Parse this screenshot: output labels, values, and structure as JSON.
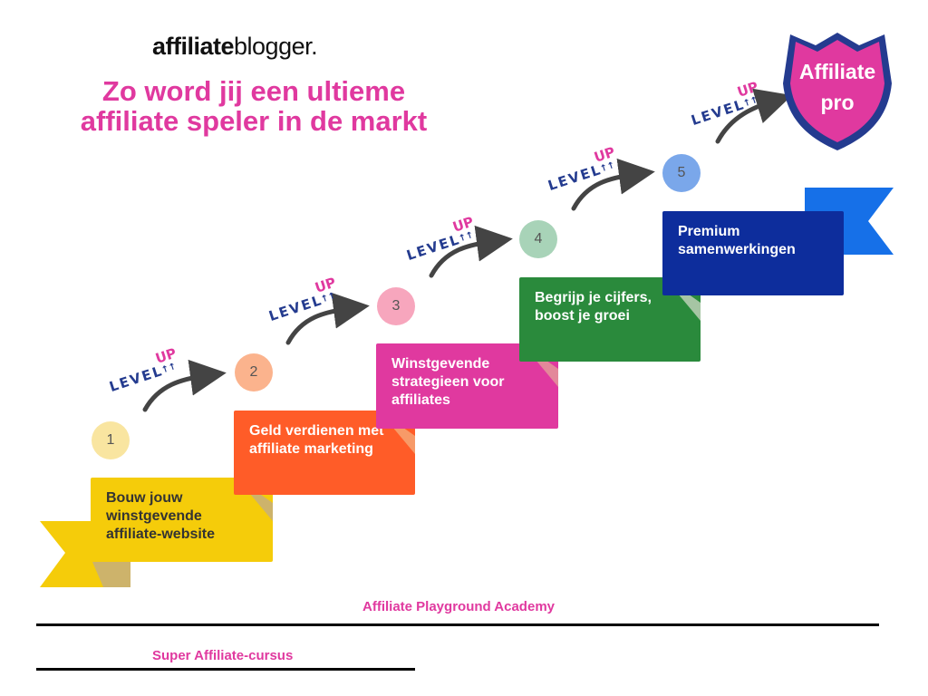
{
  "logo": {
    "bold": "affiliate",
    "light": "blogger."
  },
  "headline": {
    "line1": "Zo word jij een ultieme",
    "line2": "affiliate speler in de markt"
  },
  "steps": [
    {
      "number": "1",
      "text": "Bouw jouw winstgevende affiliate-website",
      "color": "#f5cc0a"
    },
    {
      "number": "2",
      "text": "Geld verdienen met affiliate marketing",
      "color": "#ff5c28"
    },
    {
      "number": "3",
      "text": "Winstgevende strategieen voor affiliates",
      "color": "#e0399f"
    },
    {
      "number": "4",
      "text": "Begrijp je cijfers, boost je groei",
      "color": "#2a8a3c"
    },
    {
      "number": "5",
      "text": "Premium samenwerkingen",
      "color": "#0d2d9c"
    }
  ],
  "level_up": {
    "level": "LEVEL",
    "up": "UP",
    "arrows": "↑↑"
  },
  "badge": {
    "line1": "Affiliate",
    "line2": "pro",
    "color": "#e0399f"
  },
  "footer": {
    "academy": "Affiliate Playground Academy",
    "course": "Super Affiliate-cursus"
  }
}
